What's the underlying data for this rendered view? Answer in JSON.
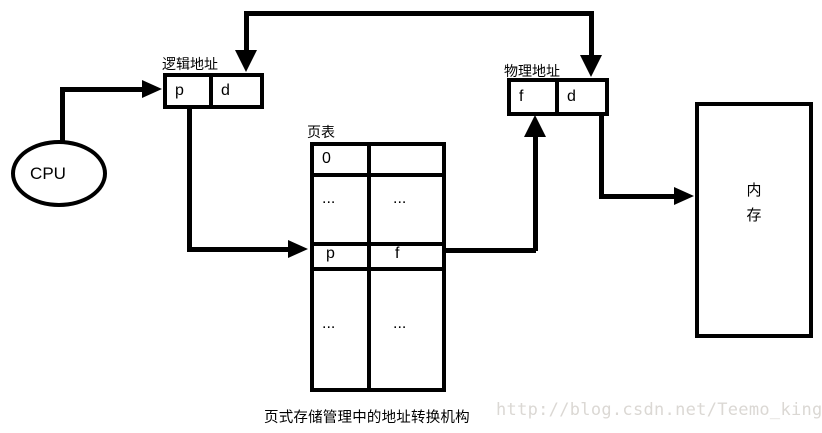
{
  "diagram": {
    "cpu": {
      "label": "CPU"
    },
    "logical_address": {
      "title": "逻辑地址",
      "cells": [
        "p",
        "d"
      ]
    },
    "page_table": {
      "title": "页表",
      "rows": [
        [
          "0",
          ""
        ],
        [
          "...",
          "..."
        ],
        [
          "p",
          "f"
        ],
        [
          "...",
          "..."
        ]
      ]
    },
    "physical_address": {
      "title": "物理地址",
      "cells": [
        "f",
        "d"
      ]
    },
    "memory": {
      "lines": [
        "内",
        "存"
      ]
    },
    "caption": "页式存储管理中的地址转换机构",
    "watermark": "http://blog.csdn.net/Teemo_king",
    "colors": {
      "line": "#000000",
      "text": "#000000",
      "watermark": "#dbd8d4",
      "background": "#ffffff"
    }
  }
}
